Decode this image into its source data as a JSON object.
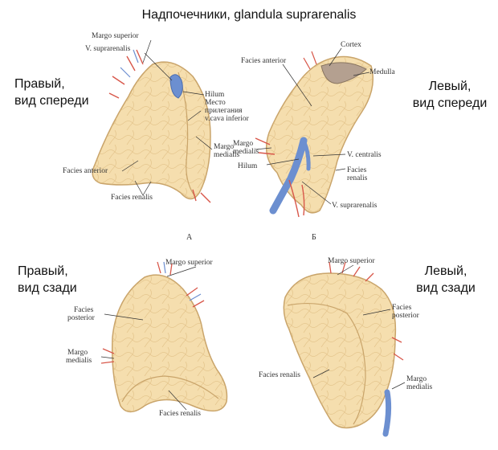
{
  "title": "Надпочечники, glandula suprarenalis",
  "views": {
    "right_front": {
      "line1": "Правый,",
      "line2": "вид спереди"
    },
    "left_front": {
      "line1": "Левый,",
      "line2": "вид спереди"
    },
    "right_back": {
      "line1": "Правый,",
      "line2": "вид сзади"
    },
    "left_back": {
      "line1": "Левый,",
      "line2": "вид сзади"
    }
  },
  "panel_letters": {
    "a": "А",
    "b": "Б"
  },
  "terms_a": {
    "margo_superior": "Margo superior",
    "v_suprarenalis": "V. suprarenalis",
    "hilum": "Hilum",
    "mesto": "Место",
    "prileganiya": "прилегания",
    "v_cava": "v.cava inferior",
    "margo": "Margo",
    "medialis": "medialis",
    "facies_anterior": "Facies anterior",
    "facies_renalis": "Facies renalis"
  },
  "terms_b": {
    "cortex": "Cortex",
    "facies_anterior": "Facies anterior",
    "medulla": "Medulla",
    "margo": "Margo",
    "medialis": "medialis",
    "hilum": "Hilum",
    "v_centralis": "V. centralis",
    "facies": "Facies",
    "renalis": "renalis",
    "v_suprarenalis": "V. suprarenalis"
  },
  "terms_c": {
    "margo_superior": "Margo superior",
    "facies": "Facies",
    "posterior": "posterior",
    "margo": "Margo",
    "medialis": "medialis",
    "facies_renalis": "Facies renalis"
  },
  "terms_d": {
    "margo_superior": "Margo superior",
    "facies": "Facies",
    "posterior": "posterior",
    "facies_renalis": "Facies renalis",
    "margo": "Margo",
    "medialis": "medialis"
  },
  "colors": {
    "gland_fill": "#f5deae",
    "gland_stroke": "#c9a46a",
    "vein": "#6c8fd0",
    "artery": "#d8574a",
    "leader": "#333333"
  }
}
